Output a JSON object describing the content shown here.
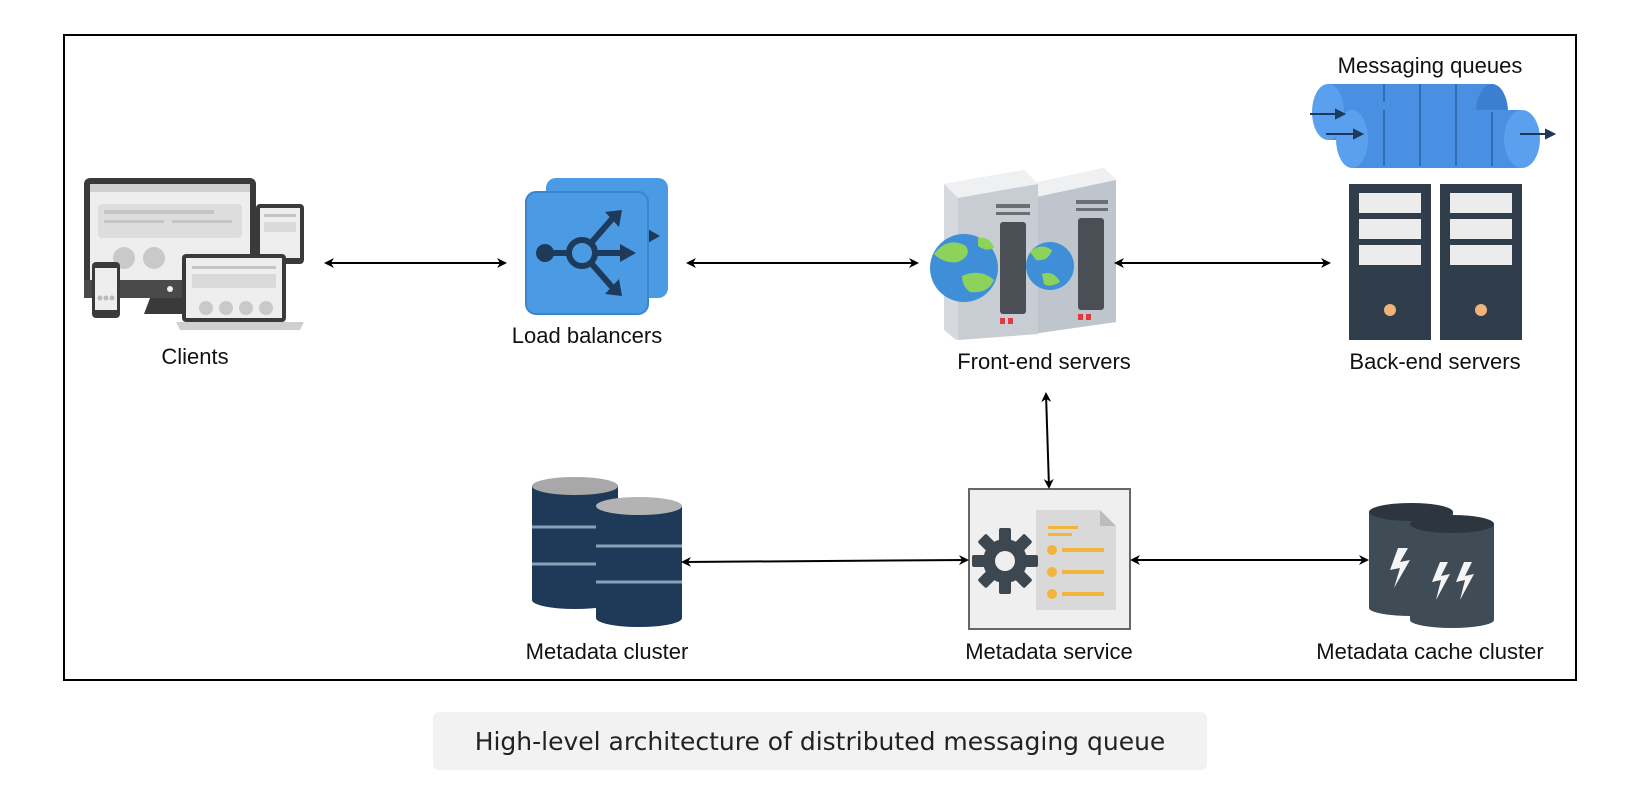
{
  "labels": {
    "clients": "Clients",
    "load_balancers": "Load balancers",
    "frontend_servers": "Front-end servers",
    "backend_servers": "Back-end servers",
    "messaging_queues": "Messaging queues",
    "metadata_cluster": "Metadata cluster",
    "metadata_service": "Metadata service",
    "metadata_cache_cluster": "Metadata cache cluster"
  },
  "caption": "High-level architecture of distributed messaging queue",
  "colors": {
    "lb_blue": "#4a9be3",
    "queue_blue": "#4a90e2",
    "server_dark": "#2f3e4a",
    "db_navy": "#1f3a58",
    "cache_slate": "#3f4b55",
    "accent_orange": "#f4b43a"
  }
}
